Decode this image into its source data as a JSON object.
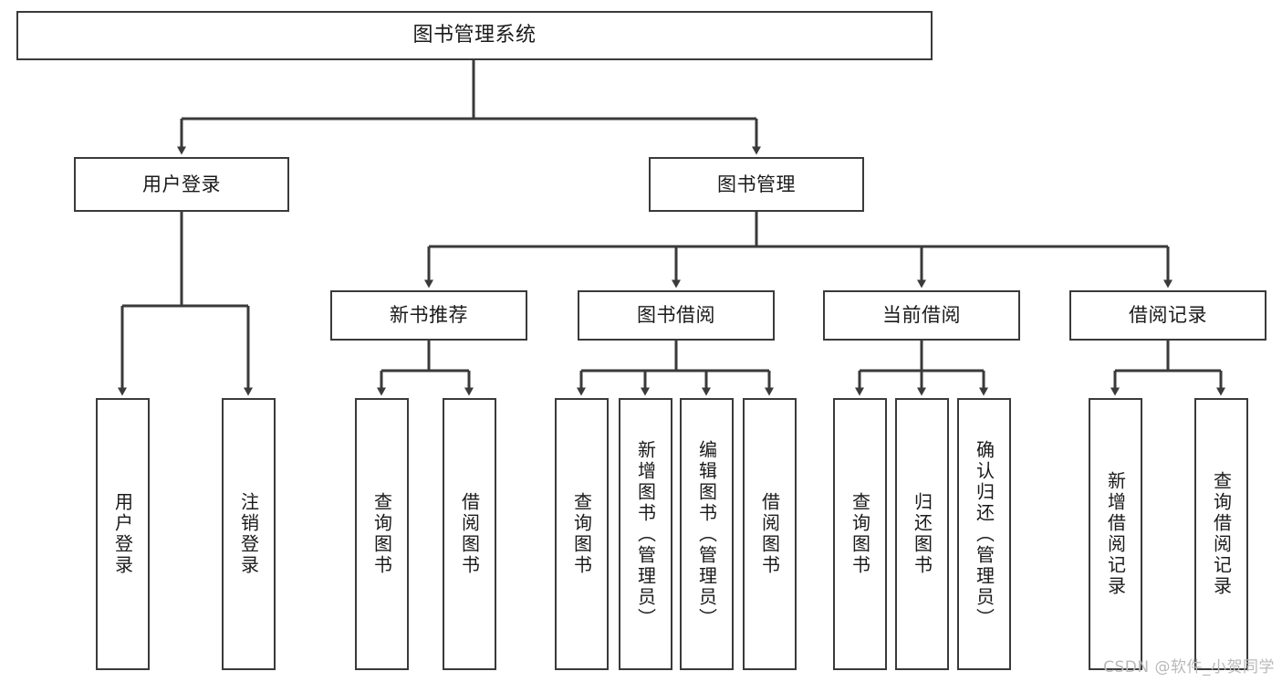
{
  "diagram": {
    "type": "tree",
    "title": "图书管理系统",
    "orientation": "top-down",
    "nodes": {
      "root": {
        "label": "图书管理系统",
        "level": 0
      },
      "user_login": {
        "label": "用户登录",
        "level": 1
      },
      "book_manage": {
        "label": "图书管理",
        "level": 1
      },
      "new_book_rec": {
        "label": "新书推荐",
        "level": 2
      },
      "book_borrow": {
        "label": "图书借阅",
        "level": 2
      },
      "current_borrow": {
        "label": "当前借阅",
        "level": 2
      },
      "borrow_record": {
        "label": "借阅记录",
        "level": 2
      },
      "leaf_user_login": {
        "label": "用户登录",
        "level": 3
      },
      "leaf_logout_login": {
        "label": "注销登录",
        "level": 3
      },
      "leaf_query_book_1": {
        "label": "查询图书",
        "level": 3
      },
      "leaf_borrow_book_1": {
        "label": "借阅图书",
        "level": 3
      },
      "leaf_query_book_2": {
        "label": "查询图书",
        "level": 3
      },
      "leaf_add_book_admin": {
        "label": "新增图书（管理员）",
        "level": 3
      },
      "leaf_edit_book_admin": {
        "label": "编辑图书（管理员）",
        "level": 3
      },
      "leaf_borrow_book_2": {
        "label": "借阅图书",
        "level": 3
      },
      "leaf_query_book_3": {
        "label": "查询图书",
        "level": 3
      },
      "leaf_return_book": {
        "label": "归还图书",
        "level": 3
      },
      "leaf_confirm_return_admin": {
        "label": "确认归还（管理员）",
        "level": 3
      },
      "leaf_add_borrow_record": {
        "label": "新增借阅记录",
        "level": 3
      },
      "leaf_query_borrow_record": {
        "label": "查询借阅记录",
        "level": 3
      }
    },
    "edges": [
      {
        "from": "root",
        "to": "user_login"
      },
      {
        "from": "root",
        "to": "book_manage"
      },
      {
        "from": "user_login",
        "to": "leaf_user_login"
      },
      {
        "from": "user_login",
        "to": "leaf_logout_login"
      },
      {
        "from": "book_manage",
        "to": "new_book_rec"
      },
      {
        "from": "book_manage",
        "to": "book_borrow"
      },
      {
        "from": "book_manage",
        "to": "current_borrow"
      },
      {
        "from": "book_manage",
        "to": "borrow_record"
      },
      {
        "from": "new_book_rec",
        "to": "leaf_query_book_1"
      },
      {
        "from": "new_book_rec",
        "to": "leaf_borrow_book_1"
      },
      {
        "from": "book_borrow",
        "to": "leaf_query_book_2"
      },
      {
        "from": "book_borrow",
        "to": "leaf_add_book_admin"
      },
      {
        "from": "book_borrow",
        "to": "leaf_edit_book_admin"
      },
      {
        "from": "book_borrow",
        "to": "leaf_borrow_book_2"
      },
      {
        "from": "current_borrow",
        "to": "leaf_query_book_3"
      },
      {
        "from": "current_borrow",
        "to": "leaf_return_book"
      },
      {
        "from": "current_borrow",
        "to": "leaf_confirm_return_admin"
      },
      {
        "from": "borrow_record",
        "to": "leaf_add_borrow_record"
      },
      {
        "from": "borrow_record",
        "to": "leaf_query_borrow_record"
      }
    ],
    "colors": {
      "box_border": "#3a3a3a",
      "box_fill": "#ffffff",
      "connector": "#3a3a3a",
      "text": "#1a1a1a",
      "watermark": "#b9b9b9",
      "background": "#ffffff"
    }
  },
  "watermark": {
    "text": "CSDN @软件_小贺同学"
  }
}
